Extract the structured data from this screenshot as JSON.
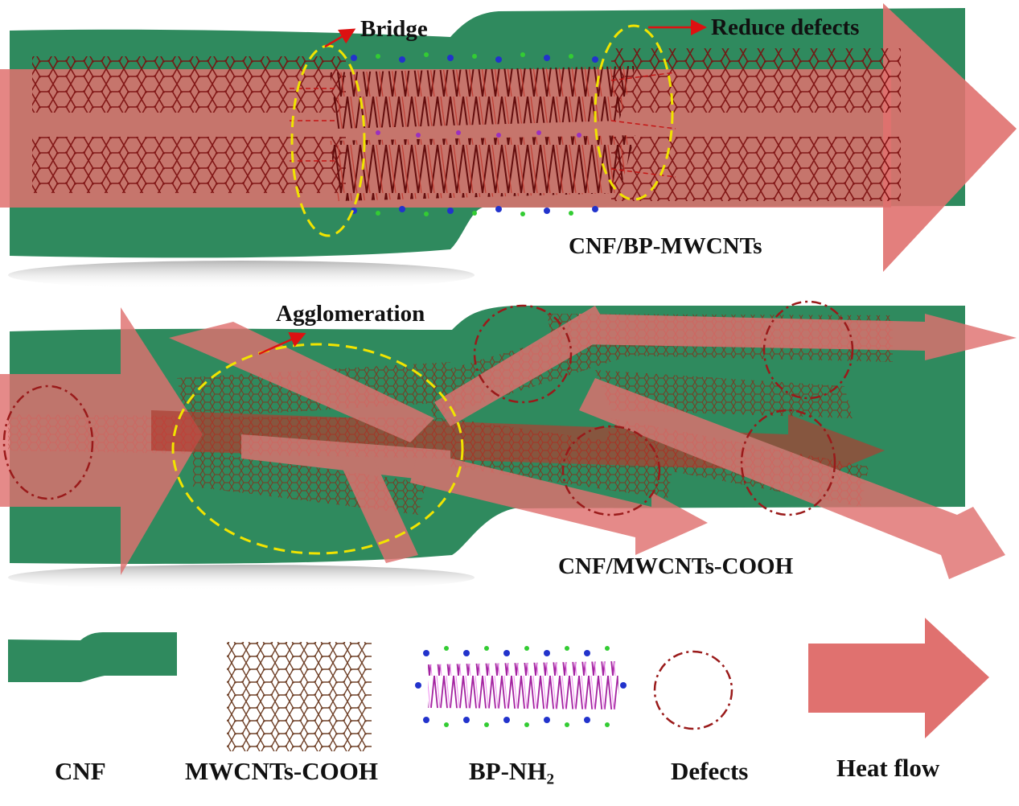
{
  "panels": {
    "top": {
      "title": "CNF/BP-MWCNTs",
      "annotations": {
        "bridge": "Bridge",
        "reduce": "Reduce defects"
      }
    },
    "middle": {
      "title": "CNF/MWCNTs-COOH",
      "annotations": {
        "agglomeration": "Agglomeration"
      }
    }
  },
  "legend": {
    "cnf": "CNF",
    "mwcnt": "MWCNTs-COOH",
    "bp_base": "BP-NH",
    "bp_sub": "2",
    "defects": "Defects",
    "heat": "Heat flow"
  },
  "colors": {
    "cnf_green": "#2f8a5e",
    "heat_pink": "#e0716f",
    "tube_red": "#9e1f16",
    "mwcnt_brown": "#8a5a3e",
    "bp_magenta": "#d23ad0",
    "amine_blue": "#2233cc",
    "amine_green": "#33cc33",
    "defect_dark_red": "#9a1a1a",
    "ellipse_yellow": "#f1e400",
    "annotation_arrow_red": "#dd1111"
  },
  "icons": [
    "cnf-ribbon-icon",
    "mwcnt-tube-icon",
    "bp-nh2-sheet-icon",
    "defect-circle-icon",
    "heat-flow-arrow-icon"
  ]
}
